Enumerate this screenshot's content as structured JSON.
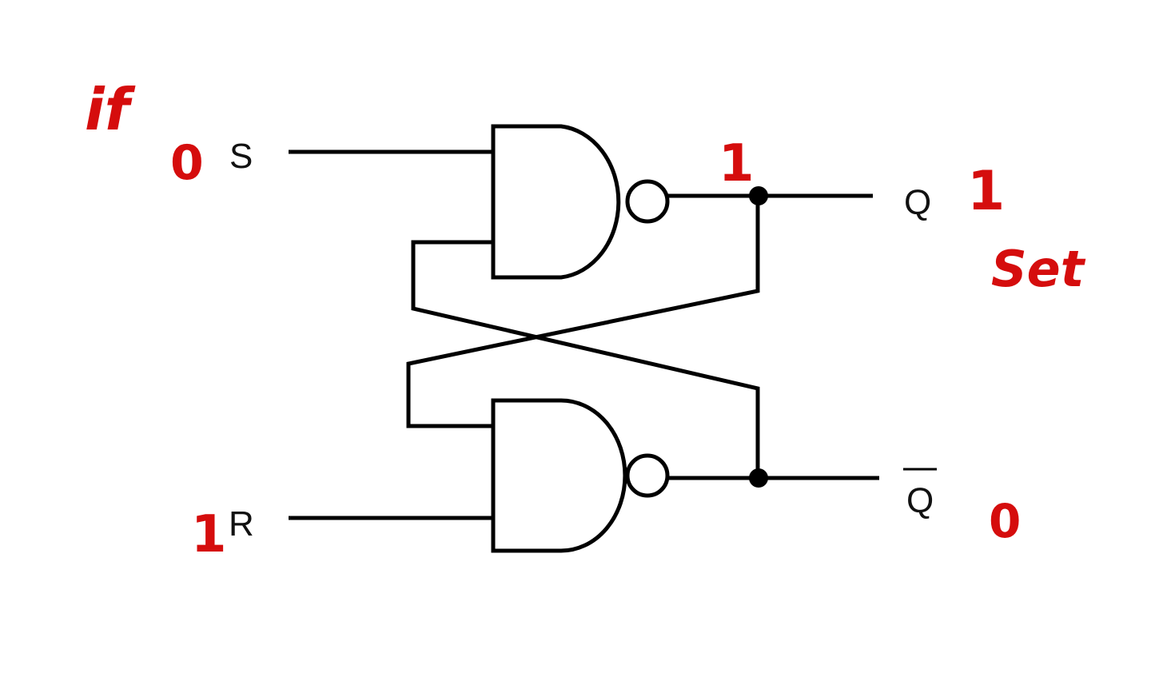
{
  "diagram": {
    "labels": {
      "s": "S",
      "r": "R",
      "q": "Q",
      "q_bar": "Q"
    },
    "annotations": {
      "if": "if",
      "s_value": "0",
      "r_value": "1",
      "gate1_output": "1",
      "q_value": "1",
      "q_state": "Set",
      "q_bar_value": "0"
    },
    "colors": {
      "ink": "#000000",
      "annotation": "#d50d0d"
    }
  }
}
